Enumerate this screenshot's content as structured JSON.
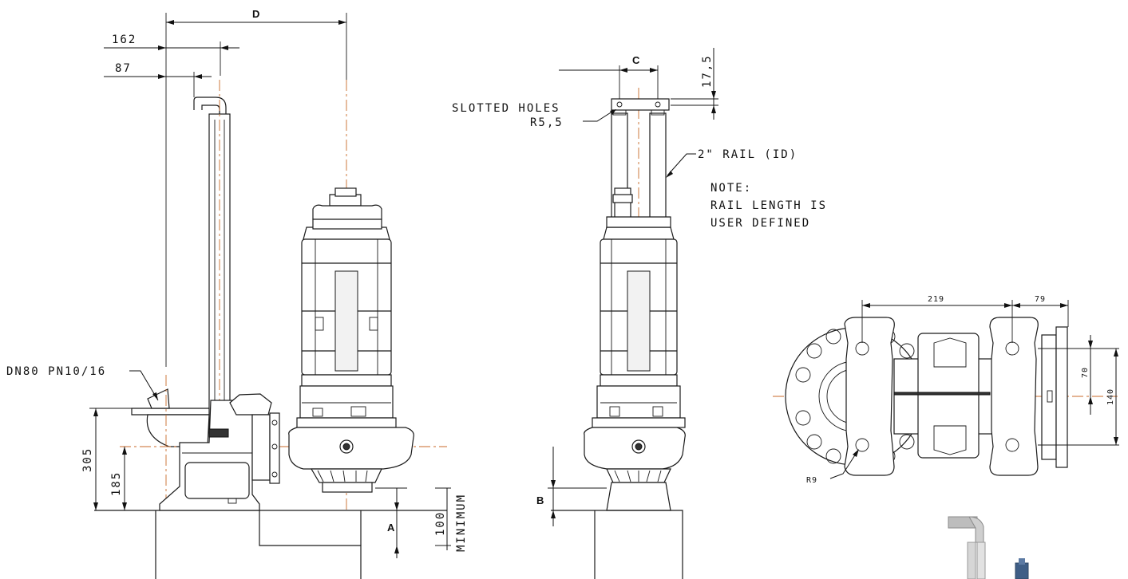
{
  "labels": {
    "dim_D": "D",
    "dim_162": "162",
    "dim_87": "87",
    "dim_C": "C",
    "dim_17_5": "17,5",
    "slotted_1": "SLOTTED HOLES",
    "slotted_2": "R5,5",
    "rail": "2\" RAIL (ID)",
    "note_1": "NOTE:",
    "note_2": "RAIL LENGTH IS",
    "note_3": "USER DEFINED",
    "flange": "DN80 PN10/16",
    "dim_305": "305",
    "dim_185": "185",
    "dim_100": "100",
    "minimum": "MINIMUM",
    "dim_A": "A",
    "dim_B": "B",
    "dim_219": "219",
    "dim_79": "79",
    "dim_70": "70",
    "dim_140": "140",
    "radius": "R9"
  },
  "colors": {
    "centerline": "#c86a2a",
    "line": "#1a1a1a"
  }
}
